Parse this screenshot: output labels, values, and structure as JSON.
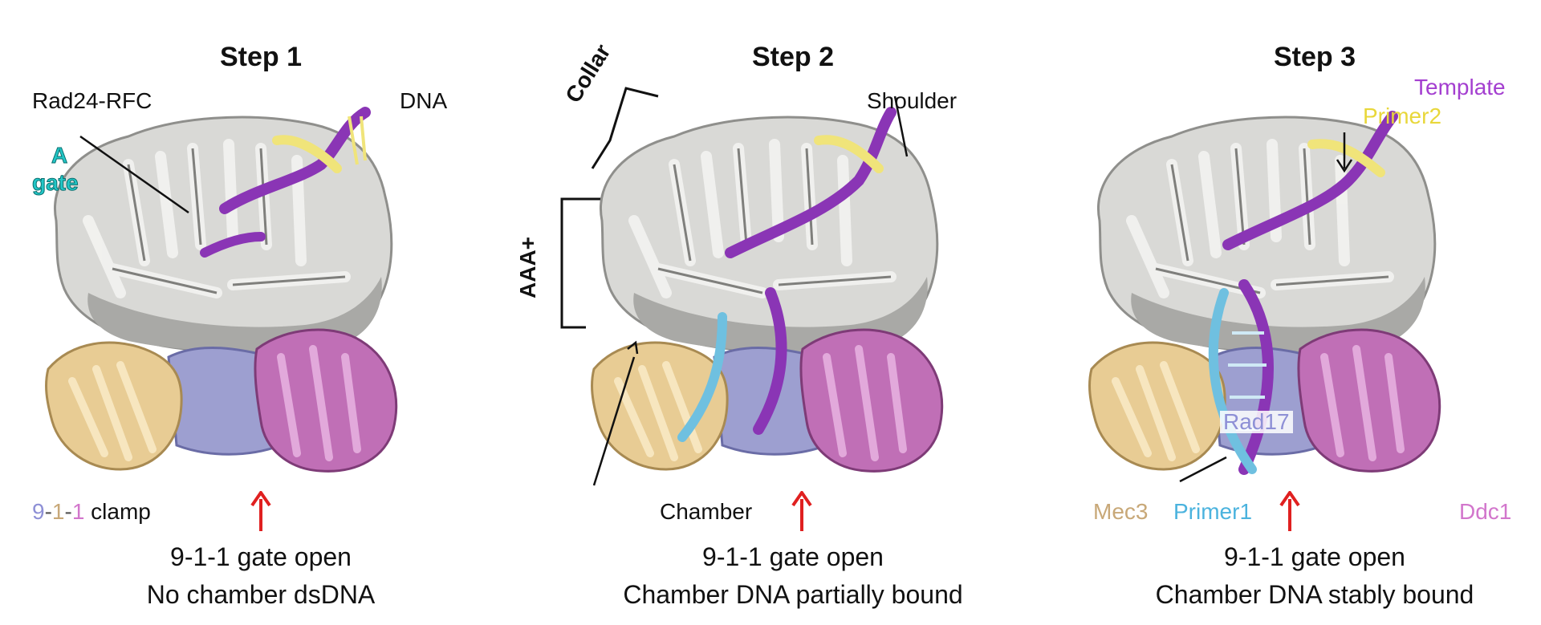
{
  "panels": [
    {
      "title": "Step 1",
      "caption_line1": "9-1-1 gate open",
      "caption_line2": "No chamber dsDNA",
      "labels": {
        "complex": "Rad24-RFC",
        "dna": "DNA",
        "gate_line1": "A",
        "gate_line2": "gate",
        "clamp_digit1": "9",
        "clamp_dash1": "-",
        "clamp_digit2": "1",
        "clamp_dash2": "-",
        "clamp_digit3": "1",
        "clamp_word": " clamp"
      }
    },
    {
      "title": "Step 2",
      "caption_line1": "9-1-1 gate open",
      "caption_line2": "Chamber DNA partially bound",
      "labels": {
        "collar": "Collar",
        "aaa": "AAA+",
        "shoulder": "Shoulder",
        "chamber": "Chamber"
      }
    },
    {
      "title": "Step 3",
      "caption_line1": "9-1-1 gate open",
      "caption_line2": "Chamber DNA stably bound",
      "labels": {
        "template": "Template",
        "primer2": "Primer2",
        "rad17": "Rad17",
        "mec3": "Mec3",
        "primer1": "Primer1",
        "ddc1": "Ddc1"
      }
    }
  ],
  "colors": {
    "rfc": "#d9d9d6",
    "rfc_shadow": "#9b9b98",
    "template": "#8a35b5",
    "primer2": "#f0e47a",
    "primer1": "#6fc0e0",
    "rad17": "#9d9fd0",
    "mec3": "#e8cc94",
    "ddc1": "#c06fb6",
    "gate_label": "#22c7c7",
    "mec3_label": "#c8a878",
    "primer1_label": "#4bb3de",
    "rad17_label": "#8e90d6",
    "ddc1_label": "#d276cc",
    "template_label": "#a43fd0",
    "primer2_label": "#e8d73a",
    "arrow": "#e02020"
  }
}
